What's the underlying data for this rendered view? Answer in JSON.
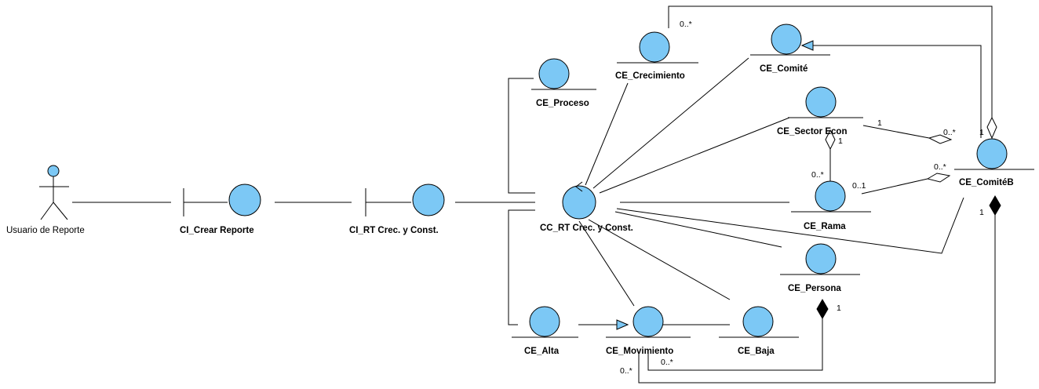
{
  "diagram": {
    "actor": {
      "label": "Usuario de Reporte"
    },
    "boundaries": [
      {
        "id": "ci_crear",
        "label": "CI_Crear Reporte"
      },
      {
        "id": "ci_rt",
        "label": "CI_RT Crec. y Const."
      }
    ],
    "control": {
      "label": "CC_RT Crec. y Const."
    },
    "entities": [
      {
        "id": "proceso",
        "label": "CE_Proceso"
      },
      {
        "id": "crecimiento",
        "label": "CE_Crecimiento"
      },
      {
        "id": "comite",
        "label": "CE_Comité"
      },
      {
        "id": "sector",
        "label": "CE_Sector Econ"
      },
      {
        "id": "rama",
        "label": "CE_Rama"
      },
      {
        "id": "comiteb",
        "label": "CE_ComitéB"
      },
      {
        "id": "persona",
        "label": "CE_Persona"
      },
      {
        "id": "alta",
        "label": "CE_Alta"
      },
      {
        "id": "movimiento",
        "label": "CE_Movimiento"
      },
      {
        "id": "baja",
        "label": "CE_Baja"
      }
    ],
    "multiplicities": {
      "crecimiento_top": "0..*",
      "sector_comiteb_1": "1",
      "sector_comiteb_0n": "0..*",
      "sector_rama_1": "1",
      "sector_rama_0n": "0..*",
      "rama_comiteb_01": "0..1",
      "rama_comiteb_0n": "0..*",
      "comiteb_top_1": "1",
      "comiteb_bottom_1": "1",
      "persona_1": "1",
      "mov_0n_a": "0..*",
      "mov_0n_b": "0..*"
    }
  }
}
